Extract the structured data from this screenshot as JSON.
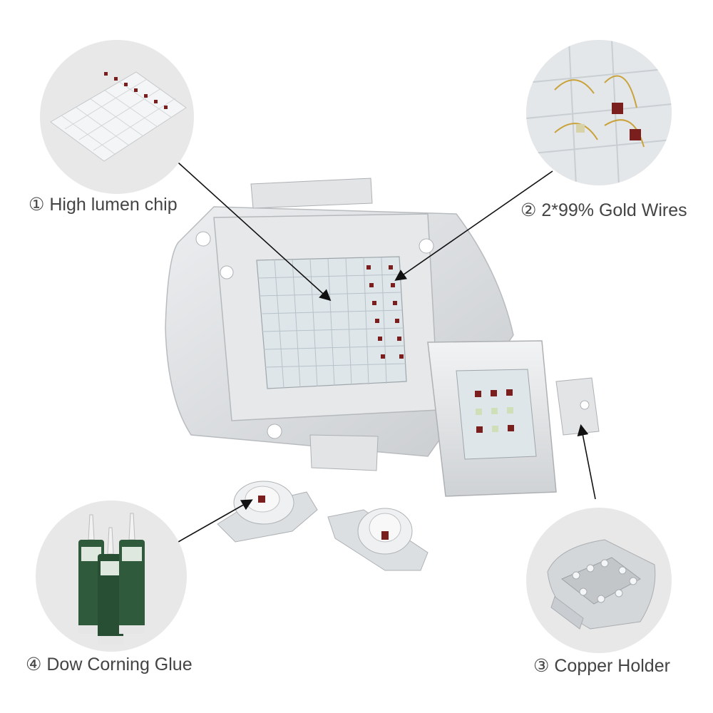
{
  "labels": {
    "chip": "① High lumen chip",
    "wires": "② 2*99% Gold Wires",
    "holder": "③ Copper Holder",
    "glue": "④ Dow Corning Glue"
  },
  "colors": {
    "callout_bg": "#e8e8e8",
    "aluminum": "#d7d9db",
    "chip_red": "#7a1e1e",
    "gold": "#c9a23a",
    "glue_green": "#2f5a3c",
    "label_text": "#444444"
  },
  "icons": [
    "circled-number-1",
    "circled-number-2",
    "circled-number-3",
    "circled-number-4",
    "arrow-pointer"
  ]
}
